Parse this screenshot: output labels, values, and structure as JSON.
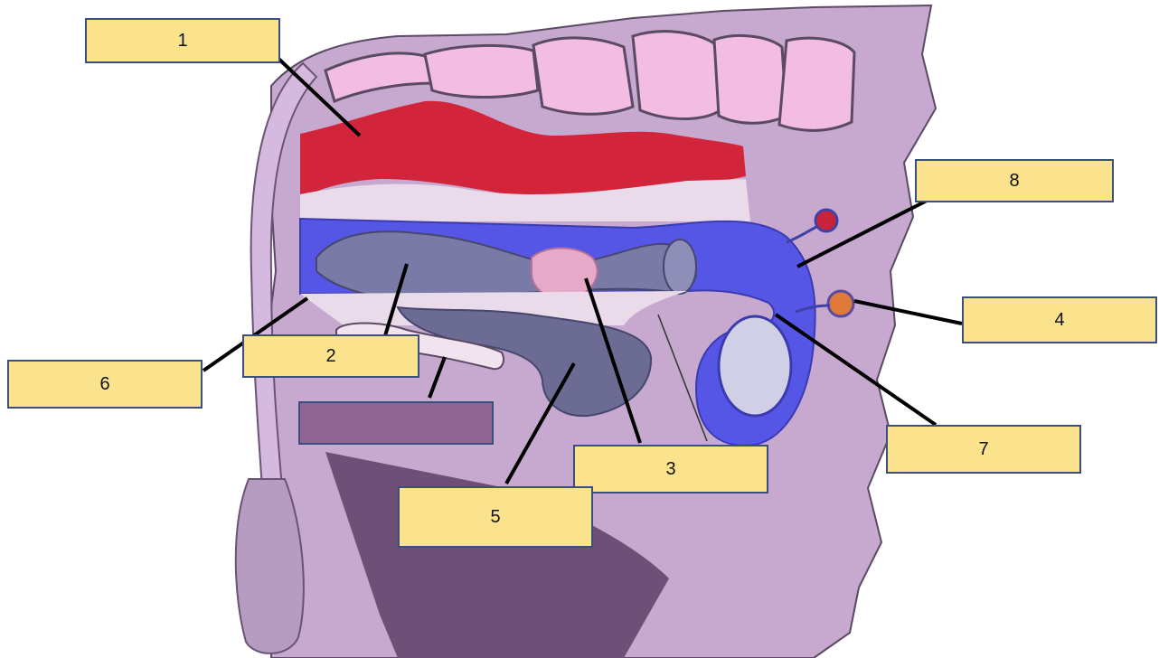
{
  "labels": {
    "l1": "1",
    "l2": "2",
    "l3": "3",
    "l4": "4",
    "l5": "5",
    "l6": "6",
    "l7": "7",
    "l8": "8"
  },
  "colors": {
    "body": "#c7a9cf",
    "body_outline": "#5a4a63",
    "vertebrae": "#f3bde3",
    "rectum": "#d2243a",
    "blue_tract": "#5656e6",
    "vagina_body": "#7a7aa6",
    "bladder": "#6b6b94",
    "cervix": "#e7a9c8",
    "ovary": "#e07a3a",
    "leg": "#6e4f78",
    "label_fill": "#fbe38e",
    "label_border": "#3a4f7a",
    "blank_box": "#8e6593"
  }
}
